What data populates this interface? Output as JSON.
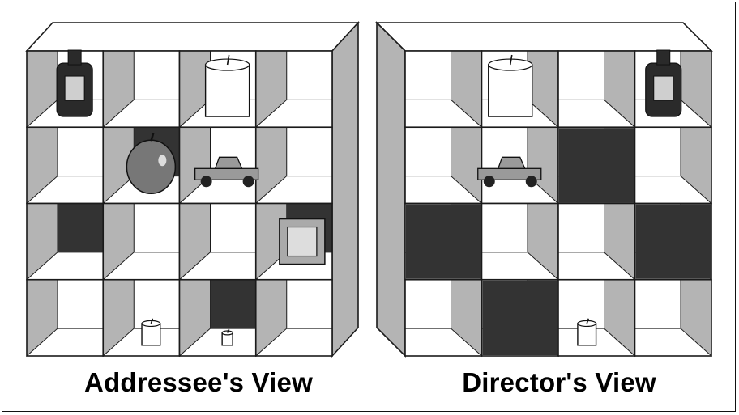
{
  "captions": {
    "left": "Addressee's View",
    "right": "Director's View"
  },
  "colors": {
    "panel_side": "#b4b4b4",
    "outline": "#1a1a1a",
    "occluder": "#333333",
    "shelf": "#ffffff"
  },
  "grid": {
    "rows": 4,
    "cols": 4
  },
  "shelves": {
    "addressee": {
      "occluded_cells": [
        [
          1,
          1
        ],
        [
          2,
          0
        ],
        [
          2,
          3
        ],
        [
          3,
          2
        ]
      ],
      "objects": [
        {
          "name": "bottle",
          "cell": [
            0,
            0
          ],
          "size": "large"
        },
        {
          "name": "candle",
          "cell": [
            0,
            2
          ],
          "size": "large"
        },
        {
          "name": "apple",
          "cell": [
            1,
            1
          ],
          "size": "large"
        },
        {
          "name": "truck",
          "cell": [
            1,
            2
          ],
          "size": "large"
        },
        {
          "name": "block",
          "cell": [
            2,
            3
          ],
          "size": "large"
        },
        {
          "name": "candle",
          "cell": [
            3,
            1
          ],
          "size": "medium"
        },
        {
          "name": "candle",
          "cell": [
            3,
            2
          ],
          "size": "small"
        }
      ]
    },
    "director": {
      "occluded_cells": [
        [
          1,
          2
        ],
        [
          2,
          0
        ],
        [
          2,
          3
        ],
        [
          3,
          1
        ]
      ],
      "objects": [
        {
          "name": "candle",
          "cell": [
            0,
            1
          ],
          "size": "large"
        },
        {
          "name": "bottle",
          "cell": [
            0,
            3
          ],
          "size": "large"
        },
        {
          "name": "truck",
          "cell": [
            1,
            1
          ],
          "size": "large"
        },
        {
          "name": "candle",
          "cell": [
            3,
            2
          ],
          "size": "medium"
        }
      ]
    }
  }
}
